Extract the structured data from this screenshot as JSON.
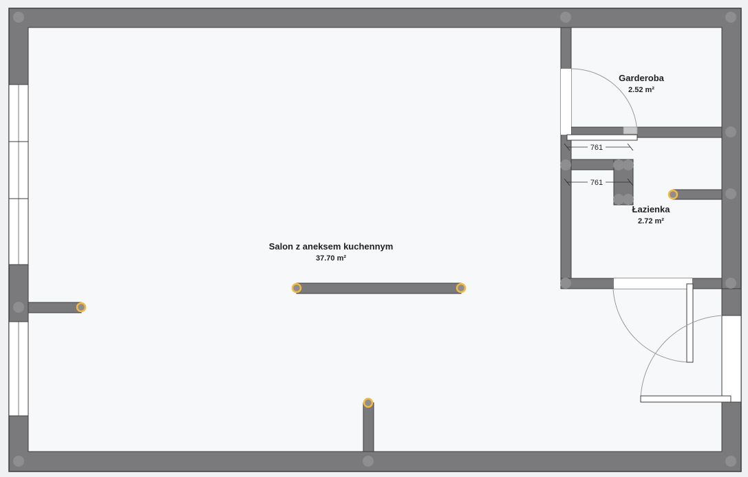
{
  "rooms": [
    {
      "name": "Salon z aneksem kuchennym",
      "area": "37.70 m²"
    },
    {
      "name": "Garderoba",
      "area": "2.52 m²"
    },
    {
      "name": "Łazienka",
      "area": "2.72 m²"
    }
  ],
  "dimensions": [
    "761",
    "761"
  ],
  "colors": {
    "wall": "#7a7a7c",
    "wall_outline": "#3d3d3f",
    "floor": "#f7f8f9",
    "node": "#8e8e90",
    "selected_node": "#f5b841",
    "door_swing": "#9a9a9a"
  }
}
